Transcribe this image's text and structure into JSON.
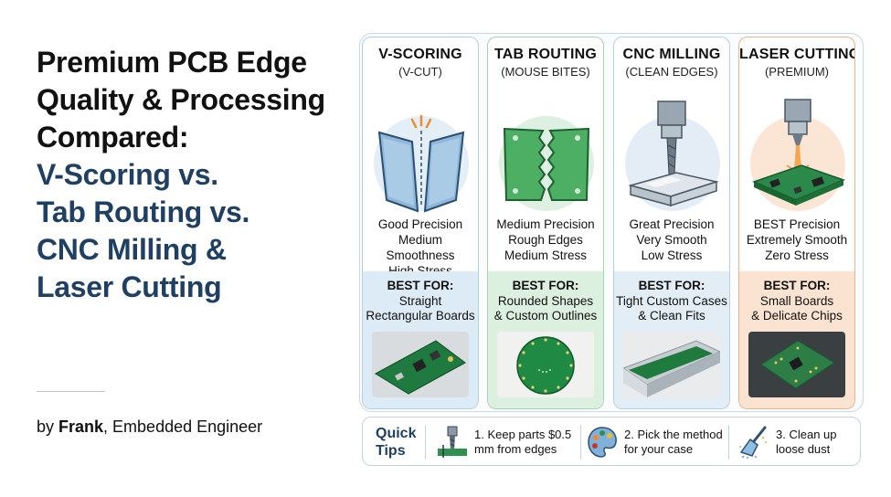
{
  "title": {
    "lines_dark": [
      "Premium PCB Edge",
      "Quality & Processing",
      "Compared:"
    ],
    "lines_blue": [
      "V-Scoring vs.",
      "Tab Routing vs.",
      "CNC Milling &",
      "Laser Cutting"
    ]
  },
  "byline": {
    "prefix": "by ",
    "author": "Frank",
    "suffix": ", Embedded Engineer"
  },
  "cards": [
    {
      "name": "V-SCORING",
      "sub": "(V-CUT)",
      "stats": [
        "Good Precision",
        "Medium Smoothness",
        "High Stress"
      ],
      "best_title": "BEST FOR:",
      "best_lines": [
        "Straight",
        "Rectangular Boards"
      ]
    },
    {
      "name": "TAB ROUTING",
      "sub": "(MOUSE BITES)",
      "stats": [
        "Medium Precision",
        "Rough Edges",
        "Medium Stress"
      ],
      "best_title": "BEST FOR:",
      "best_lines": [
        "Rounded Shapes",
        "& Custom Outlines"
      ]
    },
    {
      "name": "CNC MILLING",
      "sub": "(CLEAN EDGES)",
      "stats": [
        "Great Precision",
        "Very Smooth",
        "Low Stress"
      ],
      "best_title": "BEST FOR:",
      "best_lines": [
        "Tight Custom Cases",
        "& Clean Fits"
      ]
    },
    {
      "name": "LASER CUTTING",
      "sub": "(PREMIUM)",
      "stats": [
        "BEST Precision",
        "Extremely Smooth",
        "Zero Stress"
      ],
      "best_title": "BEST FOR:",
      "best_lines": [
        "Small Boards",
        "& Delicate Chips"
      ]
    }
  ],
  "tips": {
    "label_lines": [
      "Quick",
      "Tips"
    ],
    "items": [
      {
        "icon": "milling-bit-icon",
        "lines": [
          "1. Keep parts $0.5",
          "mm from edges"
        ]
      },
      {
        "icon": "palette-icon",
        "lines": [
          "2. Pick the method",
          "for your case"
        ]
      },
      {
        "icon": "brush-icon",
        "lines": [
          "3. Clean up",
          "loose dust"
        ]
      }
    ]
  }
}
